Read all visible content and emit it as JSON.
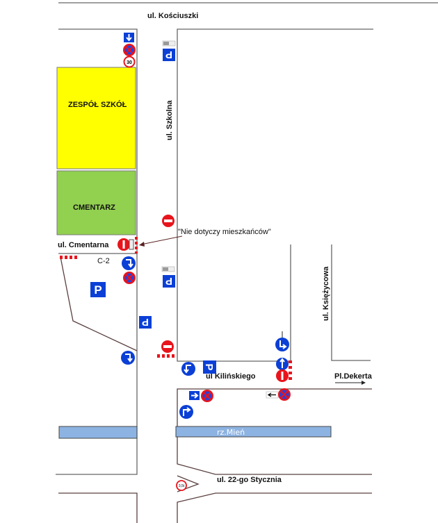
{
  "streets": {
    "kosciuszki": "ul. Kościuszki",
    "szkolna": "ul. Szkolna",
    "cmentarna": "ul. Cmentarna",
    "kilinskiego": "ul Kilińskiego",
    "ksiezycowa": "ul. Księżycowa",
    "dekerta": "Pl.Dekerta",
    "stycznia": "ul. 22-go Stycznia"
  },
  "areas": {
    "school": "ZESPÓŁ SZKÓŁ",
    "cemetery": "CMENTARZ",
    "river": "rz.Mień",
    "lot": "C-2"
  },
  "annotation": "\"Nie dotyczy mieszkańców\"",
  "signs": {
    "speed_limit": "30",
    "weight_limit": "3,5t",
    "parking": "P"
  },
  "colors": {
    "school": "#ffff00",
    "cemetery": "#92d050",
    "river": "#8db3e2",
    "sign_blue": "#0b3fd6",
    "sign_red": "#e8141c"
  }
}
